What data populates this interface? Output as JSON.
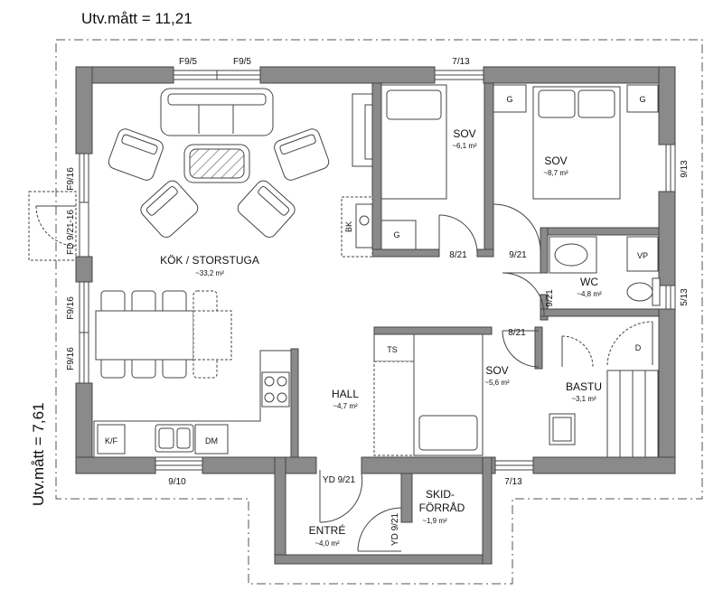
{
  "dimensions": {
    "width_label": "Utv.mått = 11,21",
    "height_label": "Utv.mått = 7,61"
  },
  "rooms": {
    "kok": {
      "name": "KÖK / STORSTUGA",
      "area": "~33,2 m²"
    },
    "sov1": {
      "name": "SOV",
      "area": "~6,1 m²"
    },
    "sov2": {
      "name": "SOV",
      "area": "~8,7 m²"
    },
    "wc": {
      "name": "WC",
      "area": "~4,8 m²"
    },
    "sov3": {
      "name": "SOV",
      "area": "~5,6 m²"
    },
    "hall": {
      "name": "HALL",
      "area": "~4,7 m²"
    },
    "bastu": {
      "name": "BASTU",
      "area": "~3,1 m²"
    },
    "entre": {
      "name": "ENTRÉ",
      "area": "~4,0 m²"
    },
    "skid_line1": "SKID-",
    "skid_line2": "FÖRRÅD",
    "skid_area": "~1,9 m²"
  },
  "openings": {
    "w_f95_a": "F9/5",
    "w_f95_b": "F9/5",
    "w_713_top": "7/13",
    "w_913": "9/13",
    "w_513": "5/13",
    "w_f916_a": "F9/16",
    "w_fd921": "FD 9/21-16",
    "w_f916_b": "F9/16",
    "w_f916_c": "F9/16",
    "w_910": "9/10",
    "w_713_bot": "7/13",
    "d_821_a": "8/21",
    "d_921_a": "9/21",
    "d_921_wc": "9/21",
    "d_821_b": "8/21",
    "d_yd921_a": "YD 9/21",
    "d_yd921_b": "YD 9/21"
  },
  "fixtures": {
    "g1": "G",
    "g2": "G",
    "g3": "G",
    "bk": "BK",
    "vp": "VP",
    "ts": "TS",
    "d": "D",
    "kf": "K/F",
    "dm": "DM"
  }
}
